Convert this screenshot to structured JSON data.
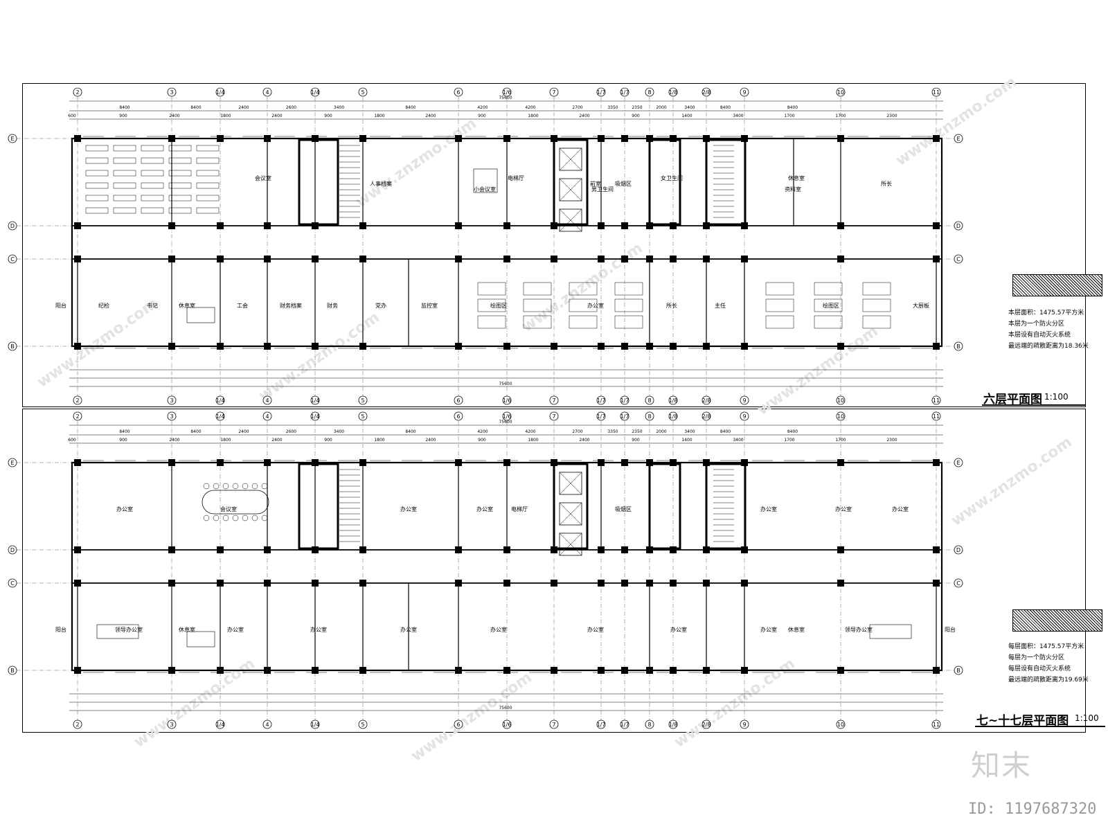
{
  "watermark": {
    "site": "www.znzmo.com",
    "logo": "知末",
    "id_text": "ID: 1197687320"
  },
  "plans": [
    {
      "title": "六层平面图",
      "scale": "1:100",
      "notes": [
        "本层面积：1475.57平方米",
        "本层为一个防火分区",
        "本层设有自动灭火系统",
        "最远端的疏散距离为18.36米"
      ],
      "overall_dim": "75600",
      "grid_top": [
        "2",
        "3",
        "1/4",
        "4",
        "1/4",
        "5",
        "6",
        "1/6",
        "7",
        "1/7",
        "1/7",
        "8",
        "1/8",
        "2/8",
        "9",
        "10",
        "11"
      ],
      "grid_left": [
        "E",
        "D",
        "C",
        "B"
      ],
      "rooms_upper": [
        "会议室",
        "人事档案",
        "小会议室",
        "电梯厅",
        "前室",
        "男卫生间",
        "女卫生间",
        "吸烟区",
        "资料室",
        "休息室",
        "所长"
      ],
      "rooms_lower": [
        "阳台",
        "纪检",
        "书记",
        "休息室",
        "工会",
        "财务档案",
        "财务",
        "党办",
        "监控室",
        "绘图区",
        "办公室",
        "所长",
        "主任",
        "绘图区",
        "大厨板"
      ]
    },
    {
      "title": "七~十七层平面图",
      "scale": "1:100",
      "notes": [
        "每层面积：1475.57平方米",
        "每层为一个防火分区",
        "每层设有自动灭火系统",
        "最远端的疏散距离为19.69米"
      ],
      "overall_dim": "75600",
      "rooms_upper": [
        "办公室",
        "会议室",
        "办公室",
        "办公室",
        "电梯厅",
        "吸烟区",
        "办公室",
        "办公室",
        "办公室"
      ],
      "rooms_lower": [
        "阳台",
        "领导办公室",
        "休息室",
        "办公室",
        "办公室",
        "办公室",
        "办公室",
        "办公室",
        "办公室",
        "办公室",
        "休息室",
        "领导办公室",
        "阳台"
      ]
    }
  ],
  "dims_top": [
    "8400",
    "8400",
    "2400",
    "2600",
    "3400",
    "8400",
    "4200",
    "4200",
    "2700",
    "3350",
    "2350",
    "2000",
    "3400",
    "8400",
    "8400"
  ],
  "dims_sub": [
    "600",
    "900",
    "2400",
    "1800",
    "2400",
    "900",
    "1800",
    "2400",
    "900",
    "1800",
    "2400",
    "900",
    "1400",
    "3400",
    "1700",
    "1700",
    "2300"
  ]
}
